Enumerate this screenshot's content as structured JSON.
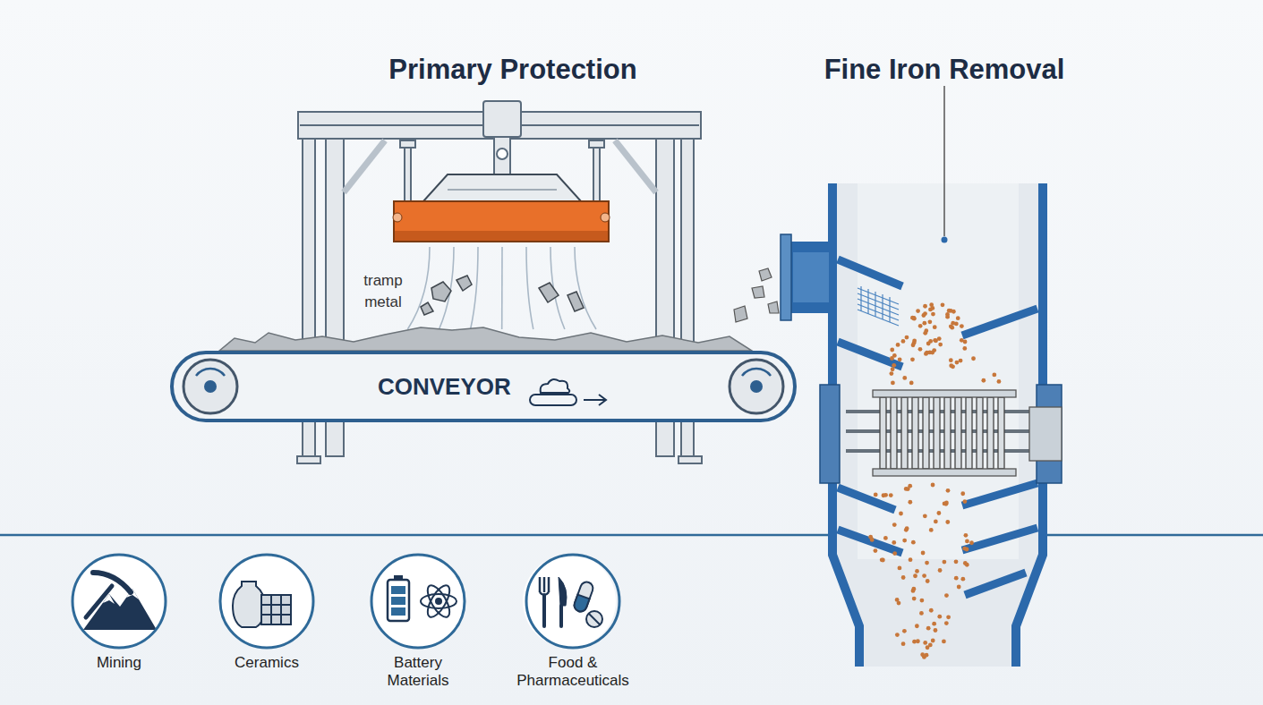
{
  "diagram": {
    "nodes": [
      {
        "text": [
          "CONVEYOR"
        ]
      },
      {
        "text": [
          "Mining"
        ]
      },
      {
        "text": [
          "Ceramics"
        ]
      },
      {
        "text": [
          "Battery Materials"
        ]
      },
      {
        "text": [
          "Food & Pharmaceuticals"
        ]
      }
    ],
    "labels": [
      "Primary Protection",
      "Fine Iron Removal",
      "tramp metal"
    ]
  }
}
